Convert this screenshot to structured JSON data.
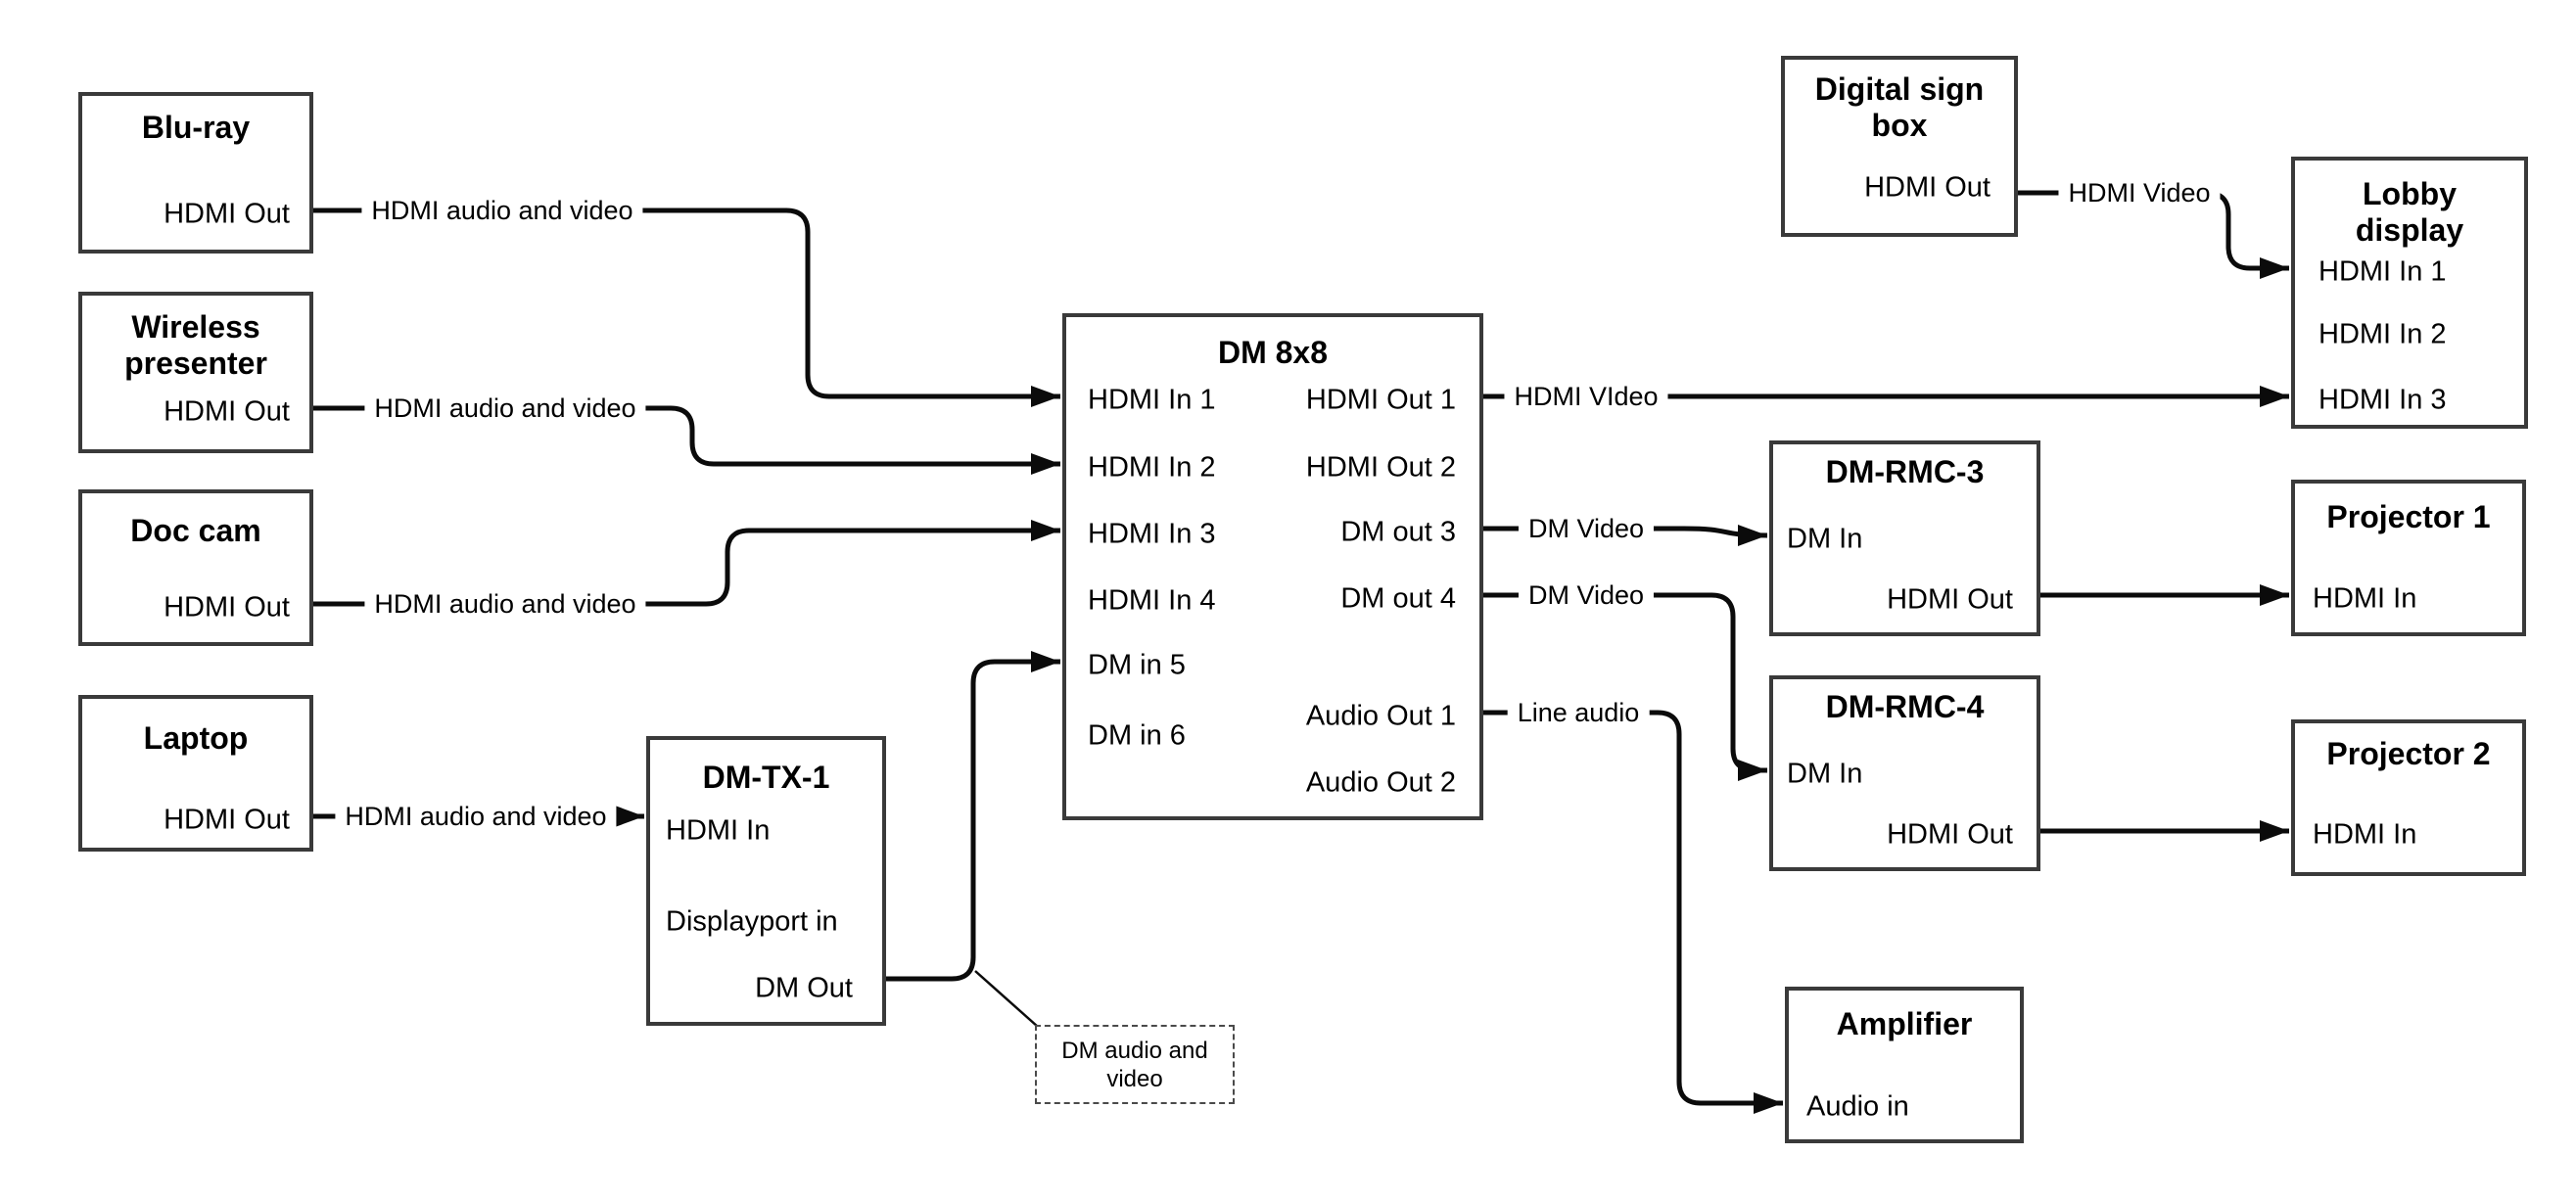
{
  "nodes": {
    "bluray": {
      "title": "Blu-ray",
      "port_hdmi_out": "HDMI Out"
    },
    "wireless": {
      "title": "Wireless\npresenter",
      "port_hdmi_out": "HDMI Out"
    },
    "doccam": {
      "title": "Doc cam",
      "port_hdmi_out": "HDMI Out"
    },
    "laptop": {
      "title": "Laptop",
      "port_hdmi_out": "HDMI Out"
    },
    "dmtx1": {
      "title": "DM-TX-1",
      "port_hdmi_in": "HDMI In",
      "port_displayport_in": "Displayport in",
      "port_dm_out": "DM Out"
    },
    "dm8x8": {
      "title": "DM 8x8",
      "inputs": [
        "HDMI In 1",
        "HDMI In 2",
        "HDMI In 3",
        "HDMI In 4",
        "DM in 5",
        "DM in 6"
      ],
      "outputs": [
        "HDMI Out 1",
        "HDMI Out 2",
        "DM out 3",
        "DM out 4",
        "Audio Out 1",
        "Audio Out 2"
      ]
    },
    "digisign": {
      "title": "Digital sign\nbox",
      "port_hdmi_out": "HDMI Out"
    },
    "lobby": {
      "title": "Lobby\ndisplay",
      "inputs": [
        "HDMI In 1",
        "HDMI In 2",
        "HDMI In 3"
      ]
    },
    "rmc3": {
      "title": "DM-RMC-3",
      "port_dm_in": "DM In",
      "port_hdmi_out": "HDMI Out"
    },
    "proj1": {
      "title": "Projector 1",
      "port_hdmi_in": "HDMI In"
    },
    "rmc4": {
      "title": "DM-RMC-4",
      "port_dm_in": "DM In",
      "port_hdmi_out": "HDMI Out"
    },
    "proj2": {
      "title": "Projector 2",
      "port_hdmi_in": "HDMI In"
    },
    "amp": {
      "title": "Amplifier",
      "port_audio_in": "Audio in"
    }
  },
  "edge_labels": {
    "bluray_dm8x8": "HDMI audio and video",
    "wireless_dm8x8": "HDMI audio and video",
    "doccam_dm8x8": "HDMI audio and video",
    "laptop_dmtx1": "HDMI audio and video",
    "dm8x8_lobby": "HDMI VIdeo",
    "dm8x8_rmc3": "DM Video",
    "dm8x8_rmc4": "DM Video",
    "dm8x8_amp": "Line audio",
    "digisign_lobby": "HDMI Video"
  },
  "note": {
    "text": "DM audio and\nvideo"
  },
  "colors": {
    "background": "#ffffff",
    "box_border": "#3a3a3a",
    "wire": "#0b0b0b",
    "text": "#000000"
  }
}
